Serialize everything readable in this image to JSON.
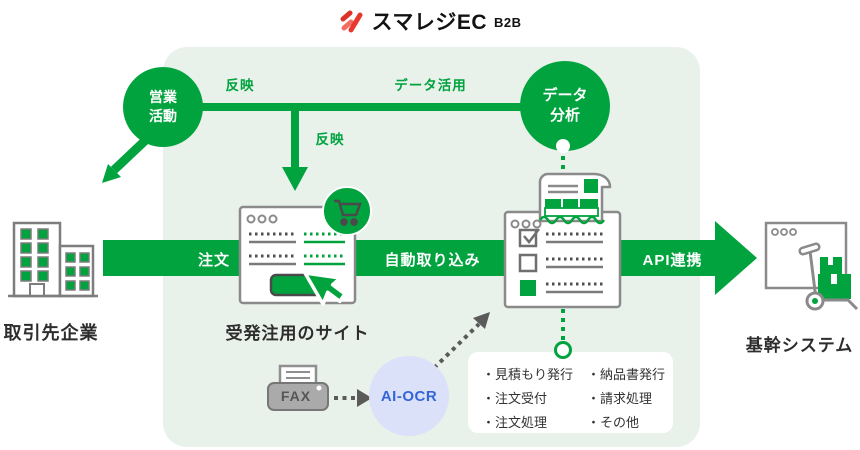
{
  "colors": {
    "green": "#00a33e",
    "panel_bg": "#e8f1ea",
    "logo_red": "#e8382d",
    "gray_border": "#8a8a8a",
    "ai_ocr_bg": "#dbe1f8",
    "ai_ocr_text": "#3566d6"
  },
  "logo": {
    "brand": "スマレジEC",
    "suffix": "B2B"
  },
  "circles": {
    "sales": {
      "line1": "営業",
      "line2": "活動"
    },
    "analysis": {
      "line1": "データ",
      "line2": "分析"
    }
  },
  "flow": {
    "reflect_top": "反映",
    "reflect_mid": "反映",
    "data_usage": "データ活用",
    "order": "注文",
    "auto_import": "自動取り込み",
    "api": "API連携"
  },
  "labels": {
    "partner": "取引先企業",
    "order_site": "受発注用のサイト",
    "core_system": "基幹システム",
    "fax": "FAX",
    "ai_ocr": "AI-OCR"
  },
  "features": {
    "col1": [
      "・見積もり発行",
      "・注文受付",
      "・注文処理"
    ],
    "col2": [
      "・納品書発行",
      "・請求処理",
      "・その他"
    ]
  }
}
